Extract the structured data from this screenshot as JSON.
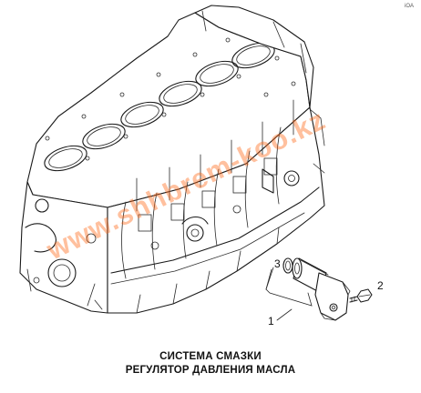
{
  "corner_tag": "iOA",
  "watermark": "www.shhbrem-koo.kz",
  "callouts": {
    "part_1": "1",
    "part_2": "2",
    "part_3": "3"
  },
  "caption": {
    "line1": "СИСТЕМА СМАЗКИ",
    "line2": "РЕГУЛЯТОР ДАВЛЕНИЯ МАСЛА"
  }
}
